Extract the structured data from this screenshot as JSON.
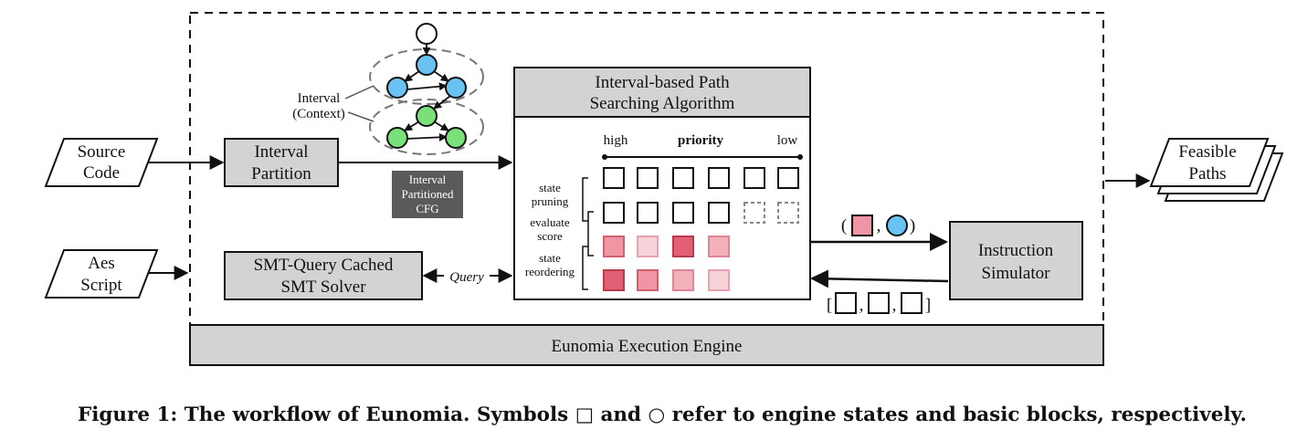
{
  "diagram": {
    "source_code": [
      "Source",
      "Code"
    ],
    "aes_script": [
      "Aes",
      "Script"
    ],
    "interval_partition": [
      "Interval",
      "Partition"
    ],
    "smt_solver": [
      "SMT-Query Cached",
      "SMT Solver"
    ],
    "query_label": "Query",
    "interval_context": [
      "Interval",
      "(Context)"
    ],
    "partitioned_cfg": [
      "Interval",
      "Partitioned",
      "CFG"
    ],
    "algorithm_title": [
      "Interval-based Path",
      "Searching Algorithm"
    ],
    "priority": {
      "high": "high",
      "label": "priority",
      "low": "low"
    },
    "row_labels": {
      "state_pruning": [
        "state",
        "pruning"
      ],
      "evaluate_score": [
        "evaluate",
        "score"
      ],
      "state_reordering": [
        "state",
        "reordering"
      ]
    },
    "instruction_simulator": [
      "Instruction",
      "Simulator"
    ],
    "feasible_paths": [
      "Feasible",
      "Paths"
    ],
    "input_tuple": {
      "open": "(",
      "sep": ",",
      "close": ")"
    },
    "output_list": {
      "open": "[",
      "sep1": ",",
      "sep2": ",",
      "close": "]"
    },
    "engine": "Eunomia Execution Engine",
    "colors": {
      "box_fill": "#d3d3d3",
      "cfg_fill": "#5a5a5a",
      "blue_node": "#69c2f2",
      "green_node": "#7ae07a",
      "red_dark": "#e35f74",
      "red_mid": "#ef95a3",
      "red_light": "#f8d2d9"
    }
  },
  "caption": "Figure 1: The workflow of Eunomia. Symbols □ and ○ refer to engine states and basic blocks, respectively."
}
